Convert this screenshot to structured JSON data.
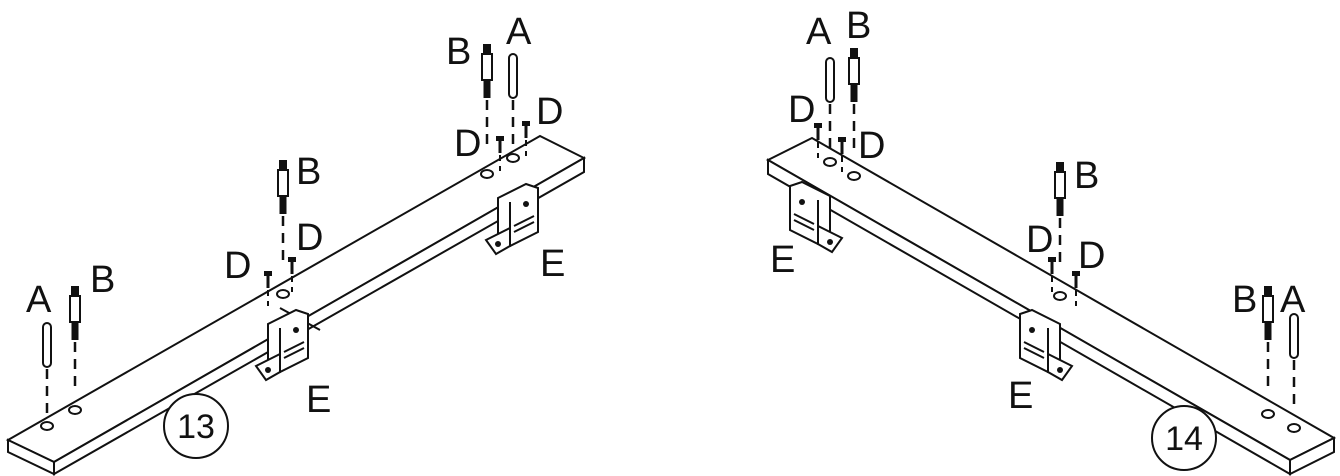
{
  "diagram": {
    "left": {
      "step_number": "13",
      "labels": {
        "a1": "A",
        "b1": "B",
        "b2": "B",
        "d1": "D",
        "d2": "D",
        "e1": "E",
        "b3": "B",
        "a2": "A",
        "d3": "D",
        "d4": "D",
        "e2": "E"
      }
    },
    "right": {
      "step_number": "14",
      "labels": {
        "a1": "A",
        "b1": "B",
        "d1": "D",
        "d2": "D",
        "e1": "E",
        "b2": "B",
        "d3": "D",
        "d4": "D",
        "e2": "E",
        "b3": "B",
        "a2": "A"
      }
    }
  },
  "colors": {
    "line": "#111111",
    "background": "#ffffff"
  }
}
